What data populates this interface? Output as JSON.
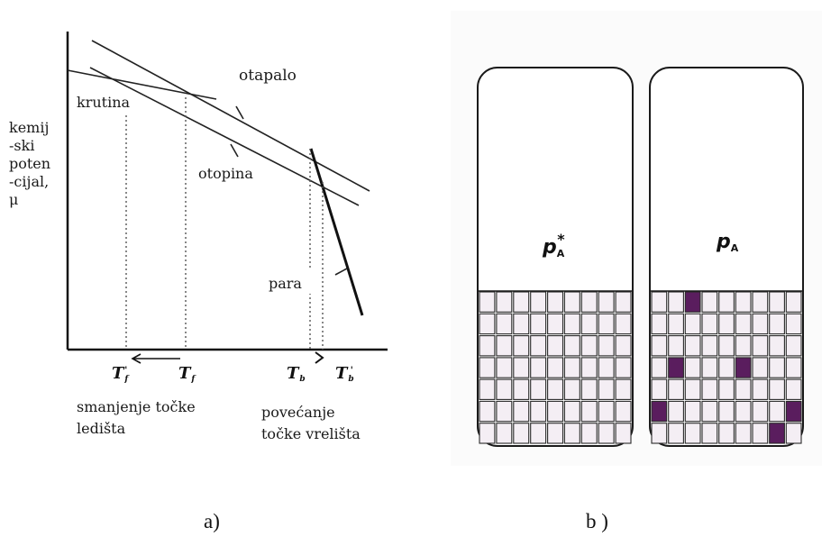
{
  "panel_a": {
    "ylabel_lines": [
      "kemij",
      "-ski",
      "poten",
      "-cijal,",
      "μ"
    ],
    "curve_labels": {
      "solvent": "otapalo",
      "solid": "krutina",
      "solution": "otopina",
      "vapor": "para"
    },
    "t_labels": {
      "tf_prime": {
        "main": "T",
        "sub": "f",
        "sup": "'"
      },
      "tf": {
        "main": "T",
        "sub": "f"
      },
      "tb": {
        "main": "T",
        "sub": "b"
      },
      "tb_prime": {
        "main": "T",
        "sub": "b",
        "sup": "'"
      }
    },
    "freezing_note": [
      "smanjenje točke",
      "ledišta"
    ],
    "boiling_note": [
      "povećanje",
      "točke vrelišta"
    ],
    "caption": "a)"
  },
  "panel_b": {
    "left_label": {
      "main": "p",
      "sub": "A",
      "star": "*"
    },
    "right_label": {
      "main": "p",
      "sub": "A"
    },
    "grid_rows": 7,
    "grid_cols": 9,
    "solute_cells_right": [
      [
        0,
        2
      ],
      [
        3,
        1
      ],
      [
        3,
        5
      ],
      [
        5,
        0
      ],
      [
        5,
        8
      ],
      [
        6,
        7
      ]
    ],
    "solute_color": "#5a1d5e",
    "cell_color": "#f4eef4",
    "caption": "b )"
  }
}
